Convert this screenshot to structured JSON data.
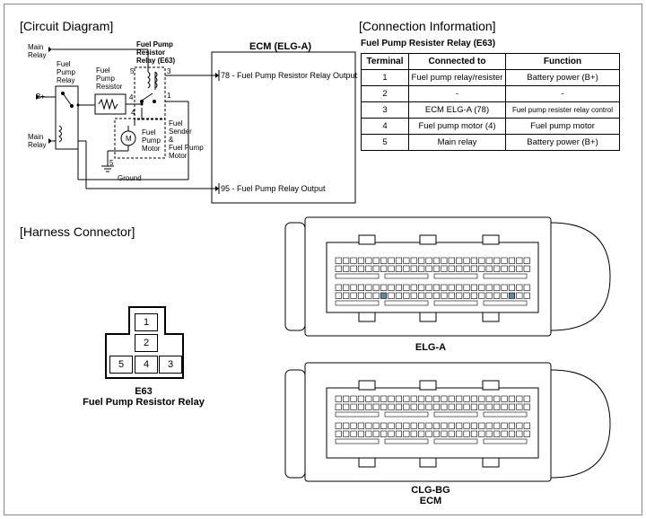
{
  "sections": {
    "circuit": "[Circuit Diagram]",
    "connection": "[Connection Information]",
    "harness": "[Harness Connector]"
  },
  "circuit": {
    "main_relay_top": "Main\nRelay",
    "fuel_pump_relay": "Fuel\nPump\nRelay",
    "bplus": "B+",
    "main_relay_bottom": "Main\nRelay",
    "fuel_pump_resistor": "Fuel\nPump\nResistor",
    "resistor_relay": "Fuel Pump\nResistor\nRelay (E63)",
    "pin5": "5",
    "pin3": "3",
    "pin4a": "4",
    "pin4b": "4",
    "pin1": "1",
    "pin5b": "5",
    "motor_m": "M",
    "motor_label": "Fuel\nPump\nMotor",
    "sender_label": "Fuel\nSender\n&\nFuel Pump\nMotor",
    "ground": "Ground",
    "ecm_title": "ECM (ELG-A)",
    "ecm_78": "78 - Fuel Pump Resistor Relay Output",
    "ecm_95": "95 - Fuel Pump Relay Output"
  },
  "connection": {
    "table_title": "Fuel Pump Resister Relay (E63)",
    "headers": [
      "Terminal",
      "Connected to",
      "Function"
    ],
    "rows": [
      [
        "1",
        "Fuel pump relay/resister",
        "Battery power (B+)"
      ],
      [
        "2",
        "-",
        "-"
      ],
      [
        "3",
        "ECM ELG-A (78)",
        "Fuel pump resister relay control"
      ],
      [
        "4",
        "Fuel pump motor (4)",
        "Fuel pump motor"
      ],
      [
        "5",
        "Main relay",
        "Battery power (B+)"
      ]
    ]
  },
  "harness": {
    "pins": [
      "1",
      "2",
      "5",
      "4",
      "3"
    ],
    "e63_code": "E63",
    "e63_name": "Fuel Pump Resistor Relay",
    "elga_label": "ELG-A",
    "clgbg_label": "CLG-BG",
    "ecm_label": "ECM"
  },
  "colors": {
    "line": "#000000",
    "frame": "#888888",
    "highlight_pin": "#5a8f9a"
  }
}
